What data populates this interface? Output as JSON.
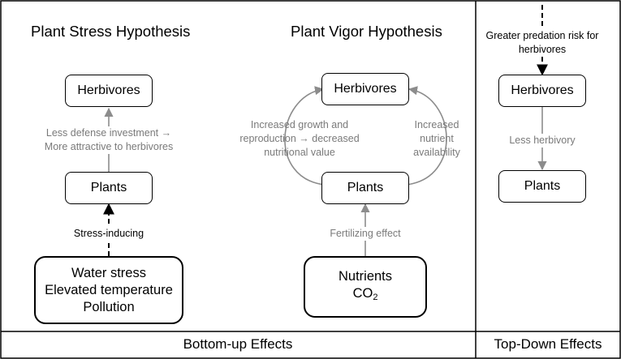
{
  "panels": {
    "stress": {
      "title": "Plant Stress Hypothesis",
      "herbivores": "Herbivores",
      "plants": "Plants",
      "label_top": [
        "Less defense investment →",
        "More attractive to herbivores"
      ],
      "label_bottom": "Stress-inducing",
      "drivers": [
        "Water stress",
        "Elevated temperature",
        "Pollution"
      ]
    },
    "vigor": {
      "title": "Plant Vigor Hypothesis",
      "herbivores": "Herbivores",
      "plants": "Plants",
      "label_left": [
        "Increased growth and",
        "reproduction → decreased",
        "nutritional value"
      ],
      "label_right": [
        "Increased",
        "nutrient",
        "availability"
      ],
      "label_bottom": "Fertilizing effect",
      "drivers_line1": "Nutrients",
      "drivers_co2_base": "CO",
      "drivers_co2_sub": "2"
    },
    "topdown": {
      "label_top": [
        "Greater predation risk for",
        "herbivores"
      ],
      "herbivores": "Herbivores",
      "label_mid": "Less herbivory",
      "plants": "Plants"
    }
  },
  "footer": {
    "bottom_up": "Bottom-up Effects",
    "top_down": "Top-Down Effects"
  },
  "colors": {
    "border": "#000000",
    "grey_text": "#7a7a7a",
    "grey_arrow": "#8c8c8c"
  }
}
